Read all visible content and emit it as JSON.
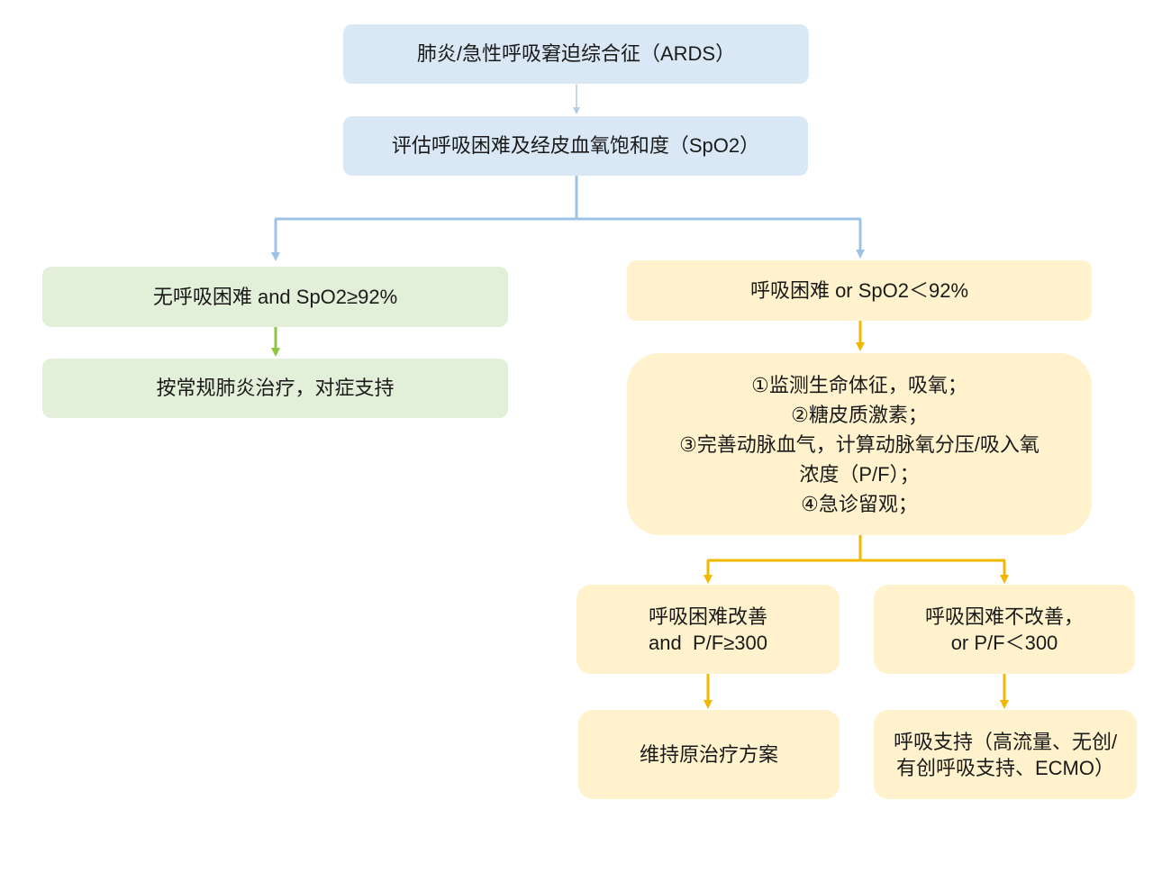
{
  "colors": {
    "blue_box": "#dae8f6",
    "green_box": "#e2efd9",
    "yellow_box": "#fff2cc",
    "blue_line": "#9dc3e6",
    "blue_thin_line": "#b4cbe6",
    "green_line": "#8dc63f",
    "yellow_line": "#f2b800",
    "text": "#1a1a1a"
  },
  "nodes": {
    "ards": {
      "lines": [
        "肺炎/急性呼吸窘迫综合征（ARDS）"
      ]
    },
    "assess": {
      "lines": [
        "评估呼吸困难及经皮血氧饱和度（SpO2）"
      ]
    },
    "no_dyspnea": {
      "lines": [
        "无呼吸困难 and SpO2≥92%"
      ]
    },
    "routine": {
      "lines": [
        "按常规肺炎治疗，对症支持"
      ]
    },
    "dyspnea": {
      "lines": [
        "呼吸困难 or SpO2＜92%"
      ]
    },
    "actions": {
      "lines": [
        "①监测生命体征，吸氧；",
        "②糖皮质激素；",
        "③完善动脉血气，计算动脉氧分压/吸入氧",
        "浓度（P/F）；",
        "④急诊留观；"
      ]
    },
    "improved": {
      "lines": [
        "呼吸困难改善",
        "and  P/F≥300"
      ]
    },
    "not_improved": {
      "lines": [
        "呼吸困难不改善，",
        "or P/F＜300"
      ]
    },
    "maintain": {
      "lines": [
        "维持原治疗方案"
      ]
    },
    "support": {
      "lines": [
        "呼吸支持（高流量、无创/",
        "有创呼吸支持、ECMO）"
      ]
    }
  }
}
